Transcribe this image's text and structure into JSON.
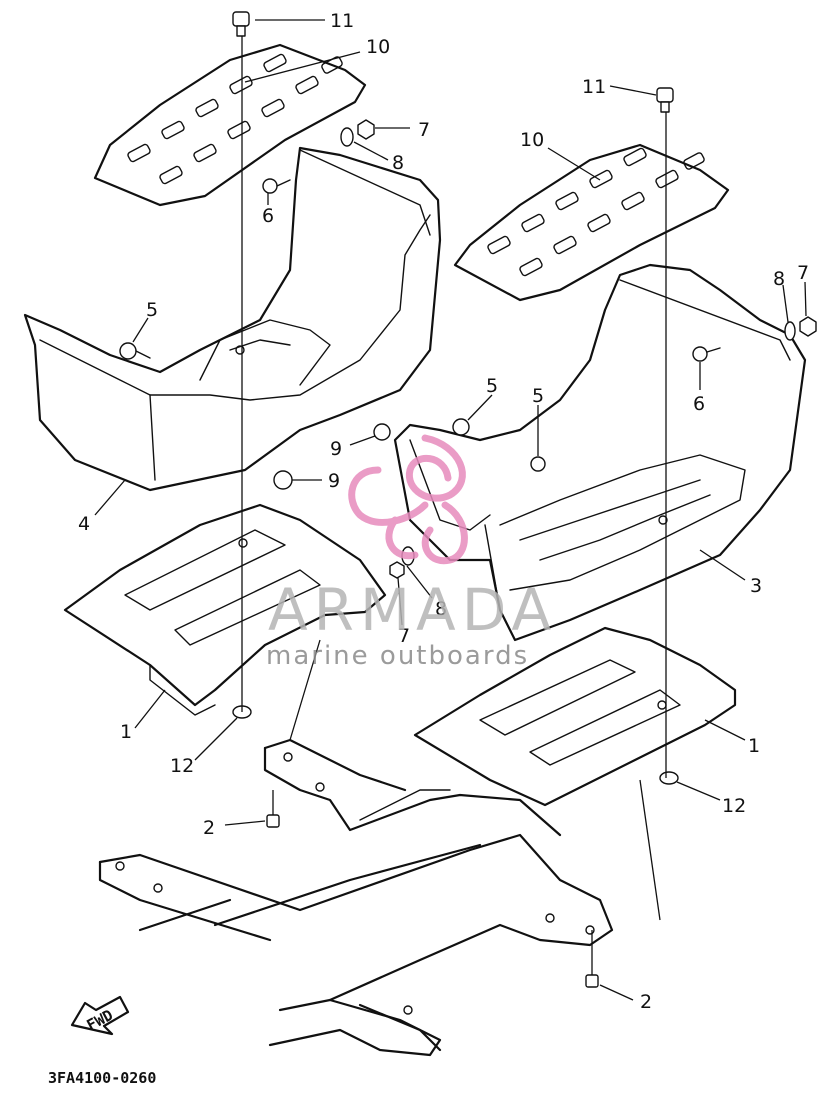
{
  "diagram": {
    "code": "3FA4100-0260",
    "direction_label": "FWD",
    "callouts": {
      "c1a": "1",
      "c1b": "1",
      "c2a": "2",
      "c2b": "2",
      "c3": "3",
      "c4": "4",
      "c5a": "5",
      "c5b": "5",
      "c5c": "5",
      "c6a": "6",
      "c6b": "6",
      "c7a": "7",
      "c7b": "7",
      "c7c": "7",
      "c8a": "8",
      "c8b": "8",
      "c8c": "8",
      "c9a": "9",
      "c9b": "9",
      "c10a": "10",
      "c10b": "10",
      "c11a": "11",
      "c11b": "11",
      "c12a": "12",
      "c12b": "12"
    }
  },
  "watermark": {
    "brand": "ARMADA",
    "tagline": "marine outboards",
    "logo_color": "#e78bbd"
  }
}
